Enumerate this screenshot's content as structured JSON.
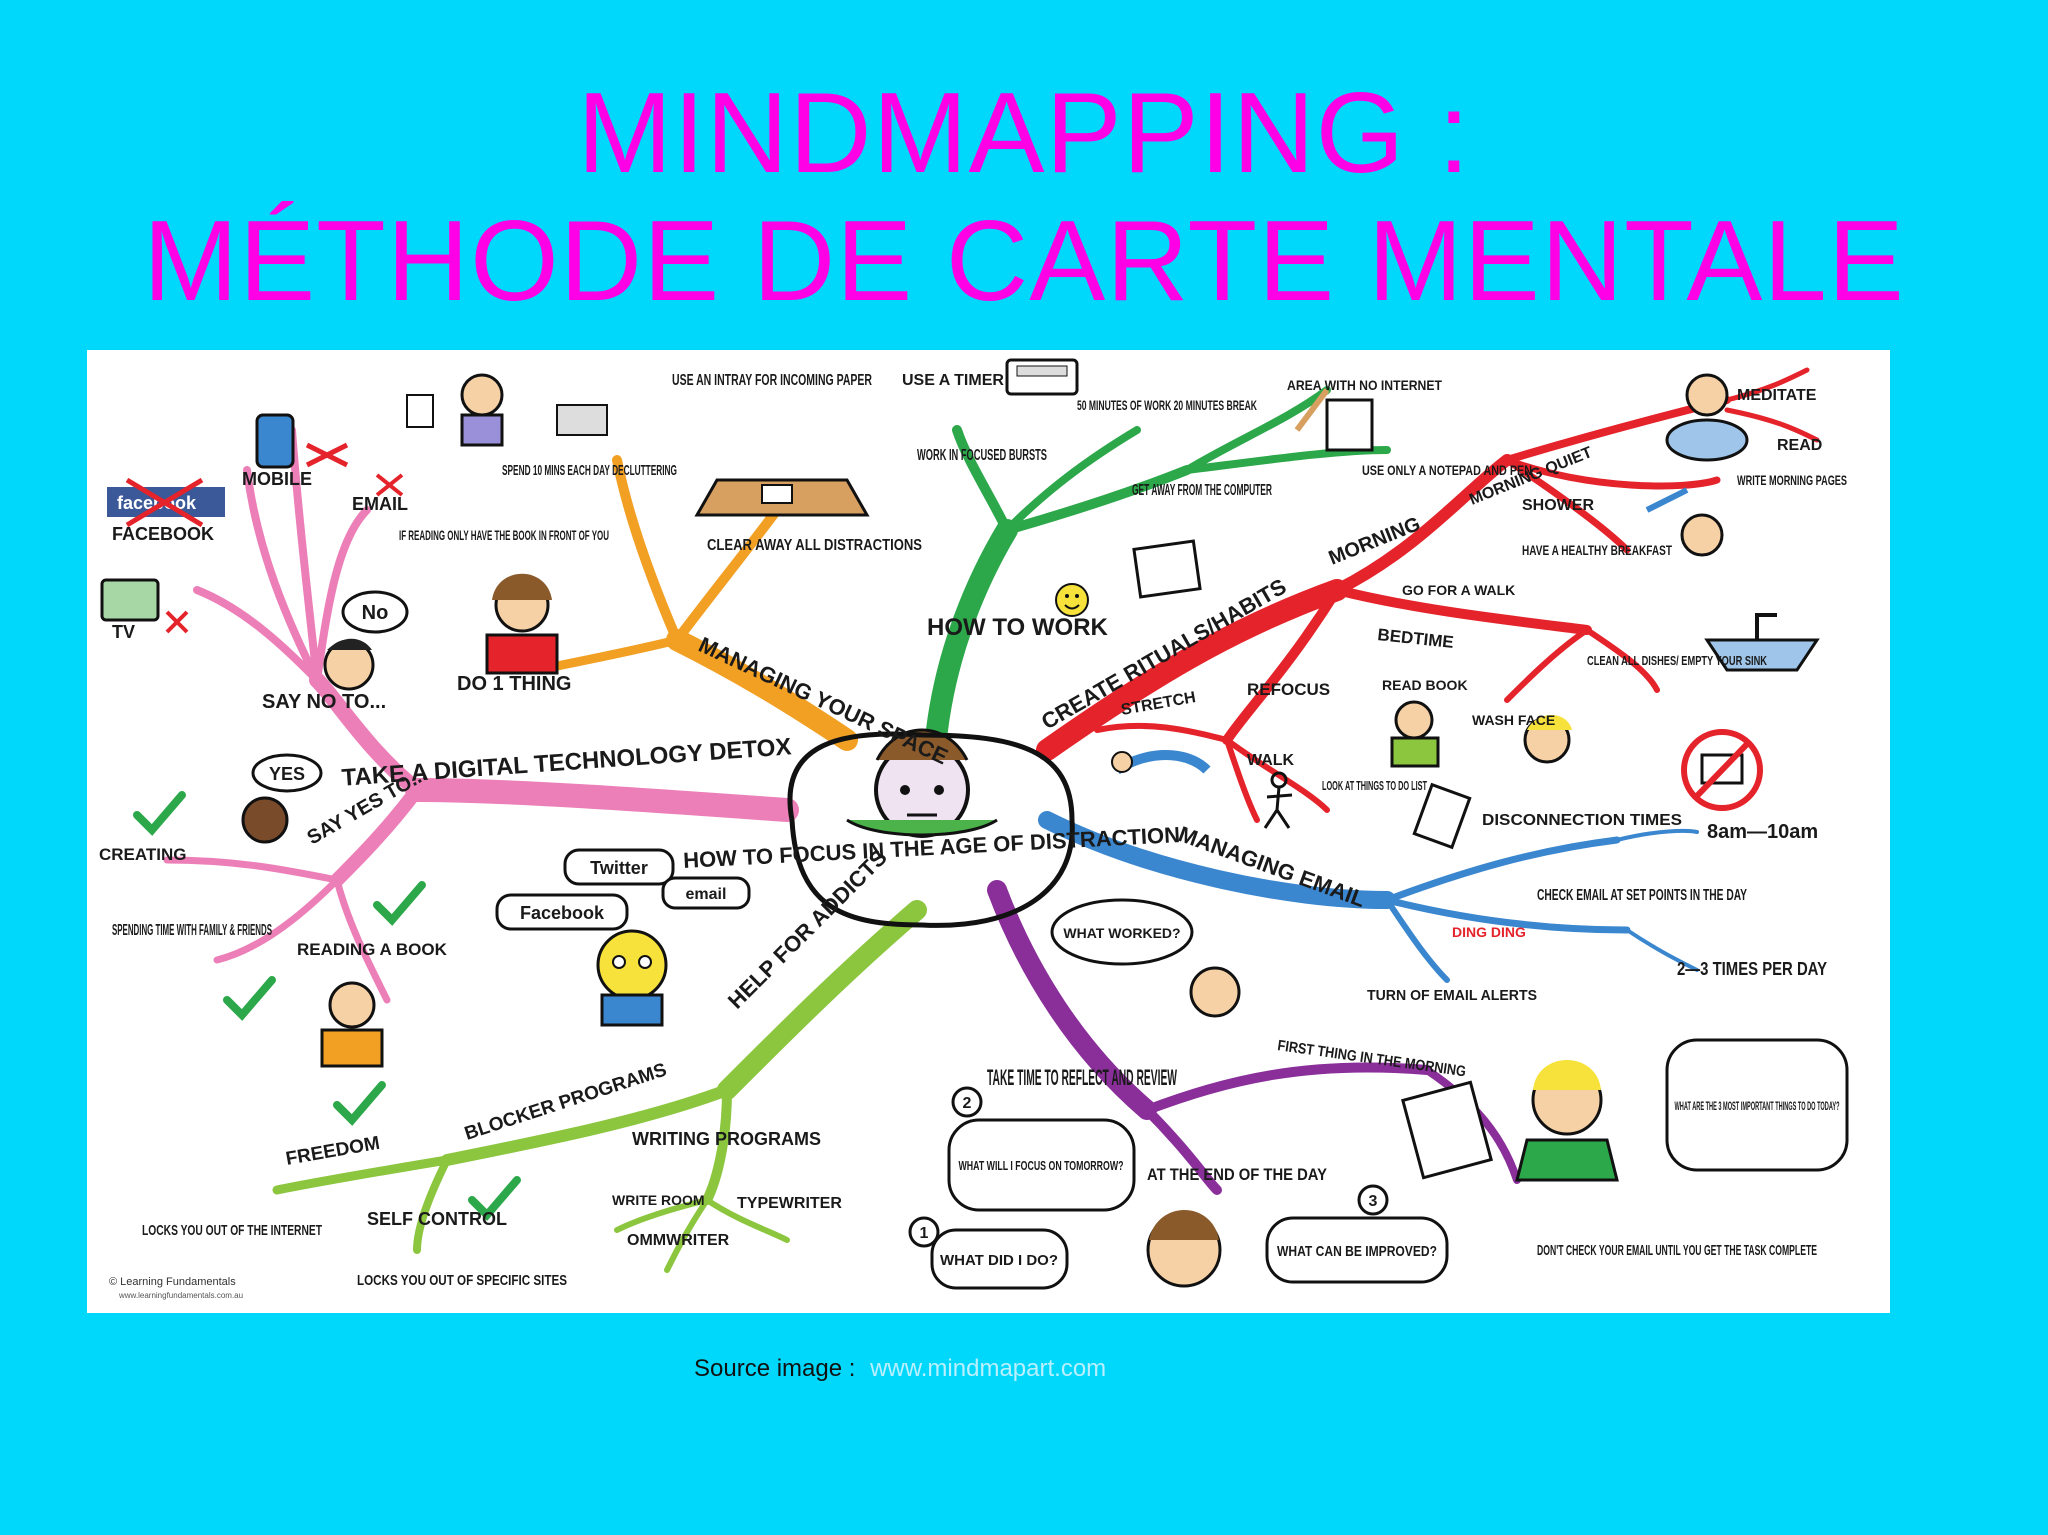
{
  "slide": {
    "title_line1": "MINDMAPPING :",
    "title_line2": "MÉTHODE DE CARTE MENTALE",
    "source_label": "Source image :",
    "source_link": "www.mindmapart.com"
  },
  "colors": {
    "background": "#00d8fb",
    "title": "#ff00e6",
    "pink": "#ec7fb8",
    "orange": "#f2a024",
    "green": "#2ca84a",
    "red": "#e5232b",
    "blue": "#3a86cf",
    "purple": "#8a2e9a",
    "lime": "#8cc63f"
  },
  "mindmap": {
    "center": "HOW TO FOCUS IN THE AGE OF DISTRACTION",
    "branches": {
      "digital_detox": {
        "label": "TAKE A DIGITAL TECHNOLOGY DETOX",
        "say_no": "SAY NO TO...",
        "no_bubble": "No",
        "facebook_logo": "facebook",
        "facebook": "FACEBOOK",
        "mobile": "MOBILE",
        "email": "EMAIL",
        "tv": "TV",
        "say_yes": "SAY YES TO...",
        "yes_bubble": "YES",
        "creating": "CREATING",
        "spending_time": "SPENDING TIME WITH FAMILY & FRIENDS",
        "reading_book": "READING A BOOK"
      },
      "managing_space": {
        "label": "MANAGING YOUR SPACE",
        "spend_10": "SPEND 10 MINS EACH DAY DECLUTTERING",
        "intray": "USE AN INTRAY FOR INCOMING PAPER",
        "clear_away": "CLEAR AWAY ALL DISTRACTIONS",
        "if_reading": "IF READING ONLY HAVE THE BOOK IN FRONT OF YOU",
        "do_1_thing": "DO 1 THING"
      },
      "how_to_work": {
        "label": "HOW TO WORK",
        "use_timer": "USE A TIMER",
        "bursts": "WORK IN FOCUSED BURSTS",
        "fifty_minutes": "50 MINUTES OF WORK 20 MINUTES BREAK",
        "get_away": "GET AWAY FROM THE COMPUTER",
        "area_no_internet": "AREA WITH NO INTERNET",
        "notepad": "USE ONLY A NOTEPAD AND PEN"
      },
      "rituals": {
        "label": "CREATE RITUALS/HABITS",
        "morning": "MORNING",
        "morning_quiet": "MORNING QUIET",
        "meditate": "MEDITATE",
        "read": "READ",
        "write_pages": "WRITE MORNING PAGES",
        "shower": "SHOWER",
        "breakfast": "HAVE A HEALTHY BREAKFAST",
        "walk_go": "GO FOR A WALK",
        "bedtime": "BEDTIME",
        "clean_dishes": "CLEAN ALL DISHES/ EMPTY YOUR SINK",
        "read_book": "READ BOOK",
        "wash_face": "WASH FACE",
        "refocus": "REFOCUS",
        "stretch": "STRETCH",
        "walk": "WALK",
        "look_at": "LOOK AT THINGS TO DO LIST"
      },
      "managing_email": {
        "label": "MANAGING EMAIL",
        "disconnection": "DISCONNECTION TIMES",
        "time_range": "8am—10am",
        "check_email": "CHECK EMAIL AT SET POINTS IN THE DAY",
        "times_per_day": "2—3 TIMES PER DAY",
        "ding": "DING DING",
        "turn_off": "TURN OF EMAIL ALERTS"
      },
      "help_addicts": {
        "label": "HELP FOR ADDICTS",
        "twitter": "Twitter",
        "email": "email",
        "facebook": "Facebook",
        "blocker": "BLOCKER PROGRAMS",
        "freedom": "FREEDOM",
        "locks_internet": "LOCKS YOU OUT OF THE INTERNET",
        "self_control": "SELF CONTROL",
        "locks_sites": "LOCKS YOU OUT OF SPECIFIC SITES",
        "writing": "WRITING PROGRAMS",
        "write_room": "WRITE ROOM",
        "typewriter": "TYPEWRITER",
        "ommwriter": "OMMWRITER"
      },
      "reflect": {
        "label": "TAKE TIME TO REFLECT AND REVIEW",
        "what_worked": "WHAT WORKED?",
        "first_thing": "FIRST THING IN THE MORNING",
        "three_most": "WHAT ARE THE 3 MOST IMPORTANT THINGS TO DO TODAY?",
        "dont_check": "DON'T CHECK YOUR EMAIL UNTIL YOU GET THE TASK COMPLETE",
        "end_of_day": "AT THE END OF THE DAY",
        "n1": "1",
        "n2": "2",
        "n3": "3",
        "what_focus": "WHAT WILL I FOCUS ON TOMORROW?",
        "what_did": "WHAT DID I DO?",
        "improved": "WHAT CAN BE IMPROVED?"
      }
    },
    "credit": "© Learning Fundamentals",
    "credit_url": "www.learningfundamentals.com.au"
  }
}
